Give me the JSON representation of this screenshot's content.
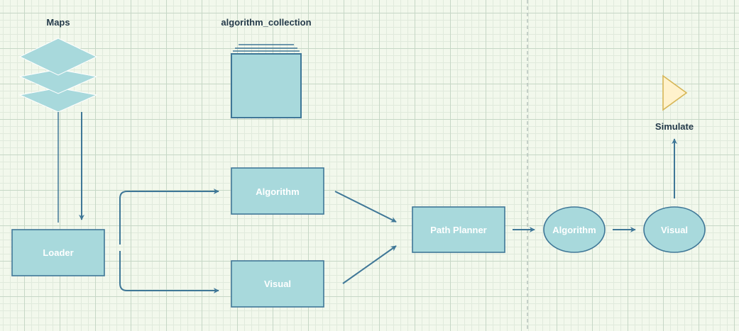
{
  "diagram": {
    "captions": {
      "maps": "Maps",
      "algorithm_collection": "algorithm_collection",
      "simulate": "Simulate"
    },
    "nodes": {
      "loader": "Loader",
      "algorithm": "Algorithm",
      "visual": "Visual",
      "path_planner": "Path Planner",
      "algorithm_ellipse": "Algorithm",
      "visual_ellipse": "Visual"
    },
    "colors": {
      "node_fill": "#a8d9dc",
      "node_stroke": "#3f7797",
      "edge": "#3f7797",
      "triangle_fill": "#fff2cc",
      "triangle_stroke": "#d6b656",
      "grid_background": "#f2f8ec"
    },
    "icons": {
      "maps": "layers-icon",
      "algorithm_collection": "stacked-documents-icon",
      "simulate": "triangle-play-icon"
    }
  }
}
